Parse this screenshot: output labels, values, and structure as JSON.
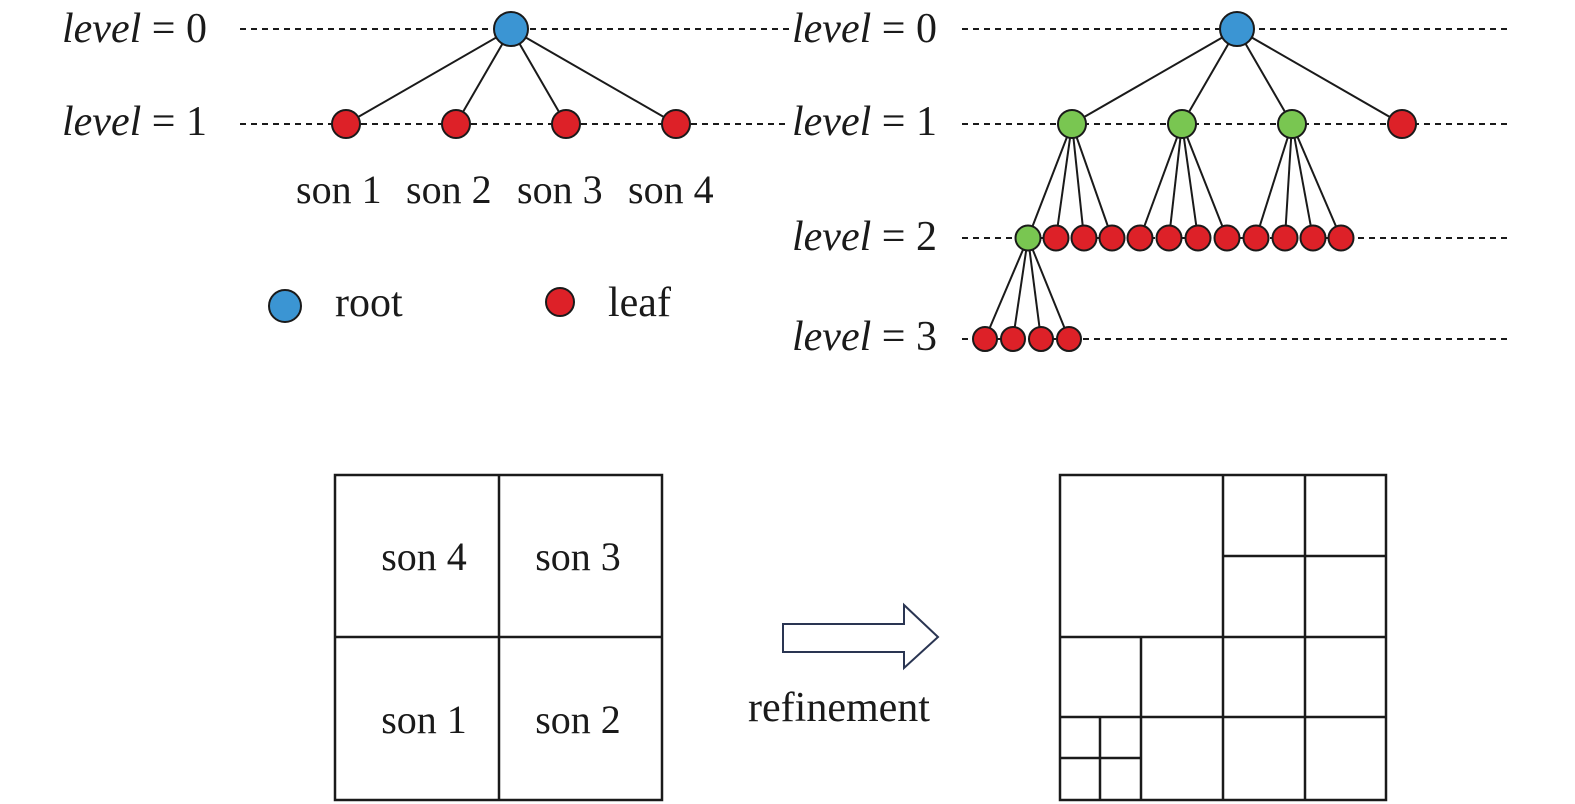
{
  "colors": {
    "root": "#3b95d3",
    "leaf": "#dd2128",
    "internal": "#79c651"
  },
  "tree_left": {
    "levels": [
      {
        "var": "level",
        "eq": " = 0"
      },
      {
        "var": "level",
        "eq": " = 1"
      }
    ],
    "son_labels": [
      "son 1",
      "son 2",
      "son 3",
      "son 4"
    ]
  },
  "legend": {
    "root_label": "root",
    "leaf_label": "leaf"
  },
  "tree_right": {
    "levels": [
      {
        "var": "level",
        "eq": " = 0"
      },
      {
        "var": "level",
        "eq": " = 1"
      },
      {
        "var": "level",
        "eq": " = 2"
      },
      {
        "var": "level",
        "eq": " = 3"
      }
    ]
  },
  "quad": {
    "cells": {
      "top_left": "son 4",
      "top_right": "son 3",
      "bottom_left": "son 1",
      "bottom_right": "son 2"
    }
  },
  "arrow_label": "refinement"
}
